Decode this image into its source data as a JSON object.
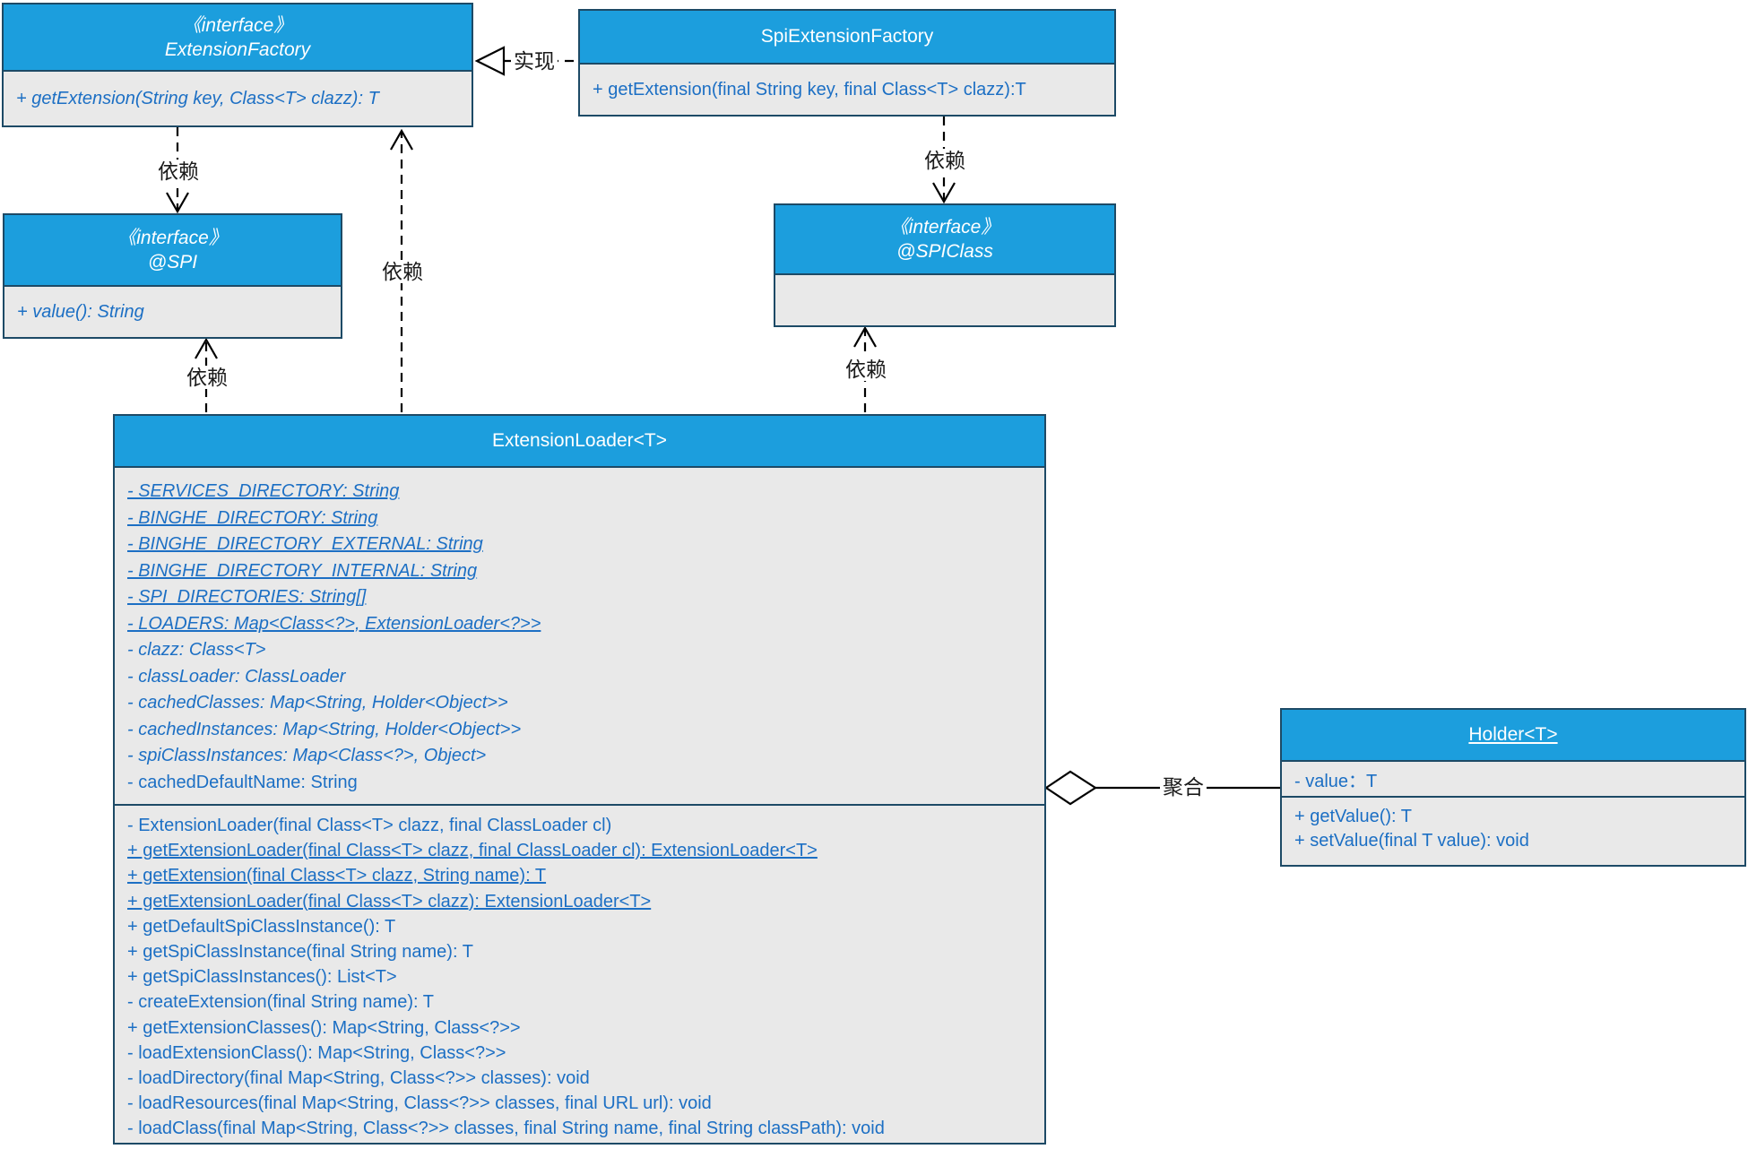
{
  "classes": {
    "extension_factory": {
      "stereotype": "《interface》",
      "name": "ExtensionFactory",
      "members": [
        {
          "t": "+ getExtension(String key, Class<T> clazz): T",
          "i": 1
        }
      ]
    },
    "spi_extension_factory": {
      "name": "SpiExtensionFactory",
      "members": [
        {
          "t": "+ getExtension(final String key, final Class<T> clazz):T"
        }
      ]
    },
    "spi_annotation": {
      "stereotype": "《interface》",
      "name": "@SPI",
      "members": [
        {
          "t": "+ value(): String",
          "i": 1
        }
      ]
    },
    "spi_class_annotation": {
      "stereotype": "《interface》",
      "name": "@SPIClass",
      "members": []
    },
    "extension_loader": {
      "name": "ExtensionLoader<T>",
      "fields": [
        {
          "t": "- SERVICES_DIRECTORY: String",
          "u": 1,
          "i": 1
        },
        {
          "t": "- BINGHE_DIRECTORY: String",
          "u": 1,
          "i": 1
        },
        {
          "t": "- BINGHE_DIRECTORY_EXTERNAL: String",
          "u": 1,
          "i": 1
        },
        {
          "t": "- BINGHE_DIRECTORY_INTERNAL: String",
          "u": 1,
          "i": 1
        },
        {
          "t": "- SPI_DIRECTORIES: String[]",
          "u": 1,
          "i": 1
        },
        {
          "t": "- LOADERS: Map<Class<?>, ExtensionLoader<?>>",
          "u": 1,
          "i": 1
        },
        {
          "t": "- clazz: Class<T>",
          "i": 1
        },
        {
          "t": "- classLoader: ClassLoader",
          "i": 1
        },
        {
          "t": "- cachedClasses: Map<String, Holder<Object>>",
          "i": 1
        },
        {
          "t": "- cachedInstances: Map<String, Holder<Object>>",
          "i": 1
        },
        {
          "t": "- spiClassInstances: Map<Class<?>, Object>",
          "i": 1
        },
        {
          "t": "- cachedDefaultName: String"
        }
      ],
      "methods": [
        {
          "t": "- ExtensionLoader(final Class<T> clazz, final ClassLoader cl)"
        },
        {
          "t": "+ getExtensionLoader(final Class<T> clazz, final ClassLoader cl): ExtensionLoader<T>",
          "u": 1
        },
        {
          "t": "+ getExtension(final Class<T> clazz, String name): T",
          "u": 1
        },
        {
          "t": "+ getExtensionLoader(final Class<T> clazz): ExtensionLoader<T>",
          "u": 1
        },
        {
          "t": "+ getDefaultSpiClassInstance(): T"
        },
        {
          "t": "+ getSpiClassInstance(final String name): T"
        },
        {
          "t": "+ getSpiClassInstances(): List<T>"
        },
        {
          "t": "- createExtension(final String name): T"
        },
        {
          "t": "+ getExtensionClasses(): Map<String, Class<?>>"
        },
        {
          "t": "- loadExtensionClass(): Map<String, Class<?>>"
        },
        {
          "t": "- loadDirectory(final Map<String, Class<?>> classes): void"
        },
        {
          "t": "- loadResources(final Map<String, Class<?>> classes, final URL url): void"
        },
        {
          "t": "- loadClass(final Map<String, Class<?>> classes, final String name, final String classPath): void"
        }
      ]
    },
    "holder": {
      "name": "Holder<T>",
      "fields": [
        {
          "t": "- value：T"
        }
      ],
      "methods": [
        {
          "t": "+ getValue(): T"
        },
        {
          "t": "+ setValue(final T value): void"
        }
      ]
    }
  },
  "relations": {
    "realization_label": "实现",
    "dependency_ef_to_spi_label": "依赖",
    "dependency_el_to_ef_label": "依赖",
    "dependency_sef_to_spiclass_label": "依赖",
    "dependency_el_to_spi_label": "依赖",
    "dependency_el_to_spiclass_label": "依赖",
    "aggregation_label": "聚合"
  },
  "colors": {
    "header_fill": "#1c9edd",
    "border": "#1d4a66",
    "body_fill": "#e9e9e9",
    "member_text": "#1c6fc4",
    "relation_text": "#1a1a1a"
  }
}
